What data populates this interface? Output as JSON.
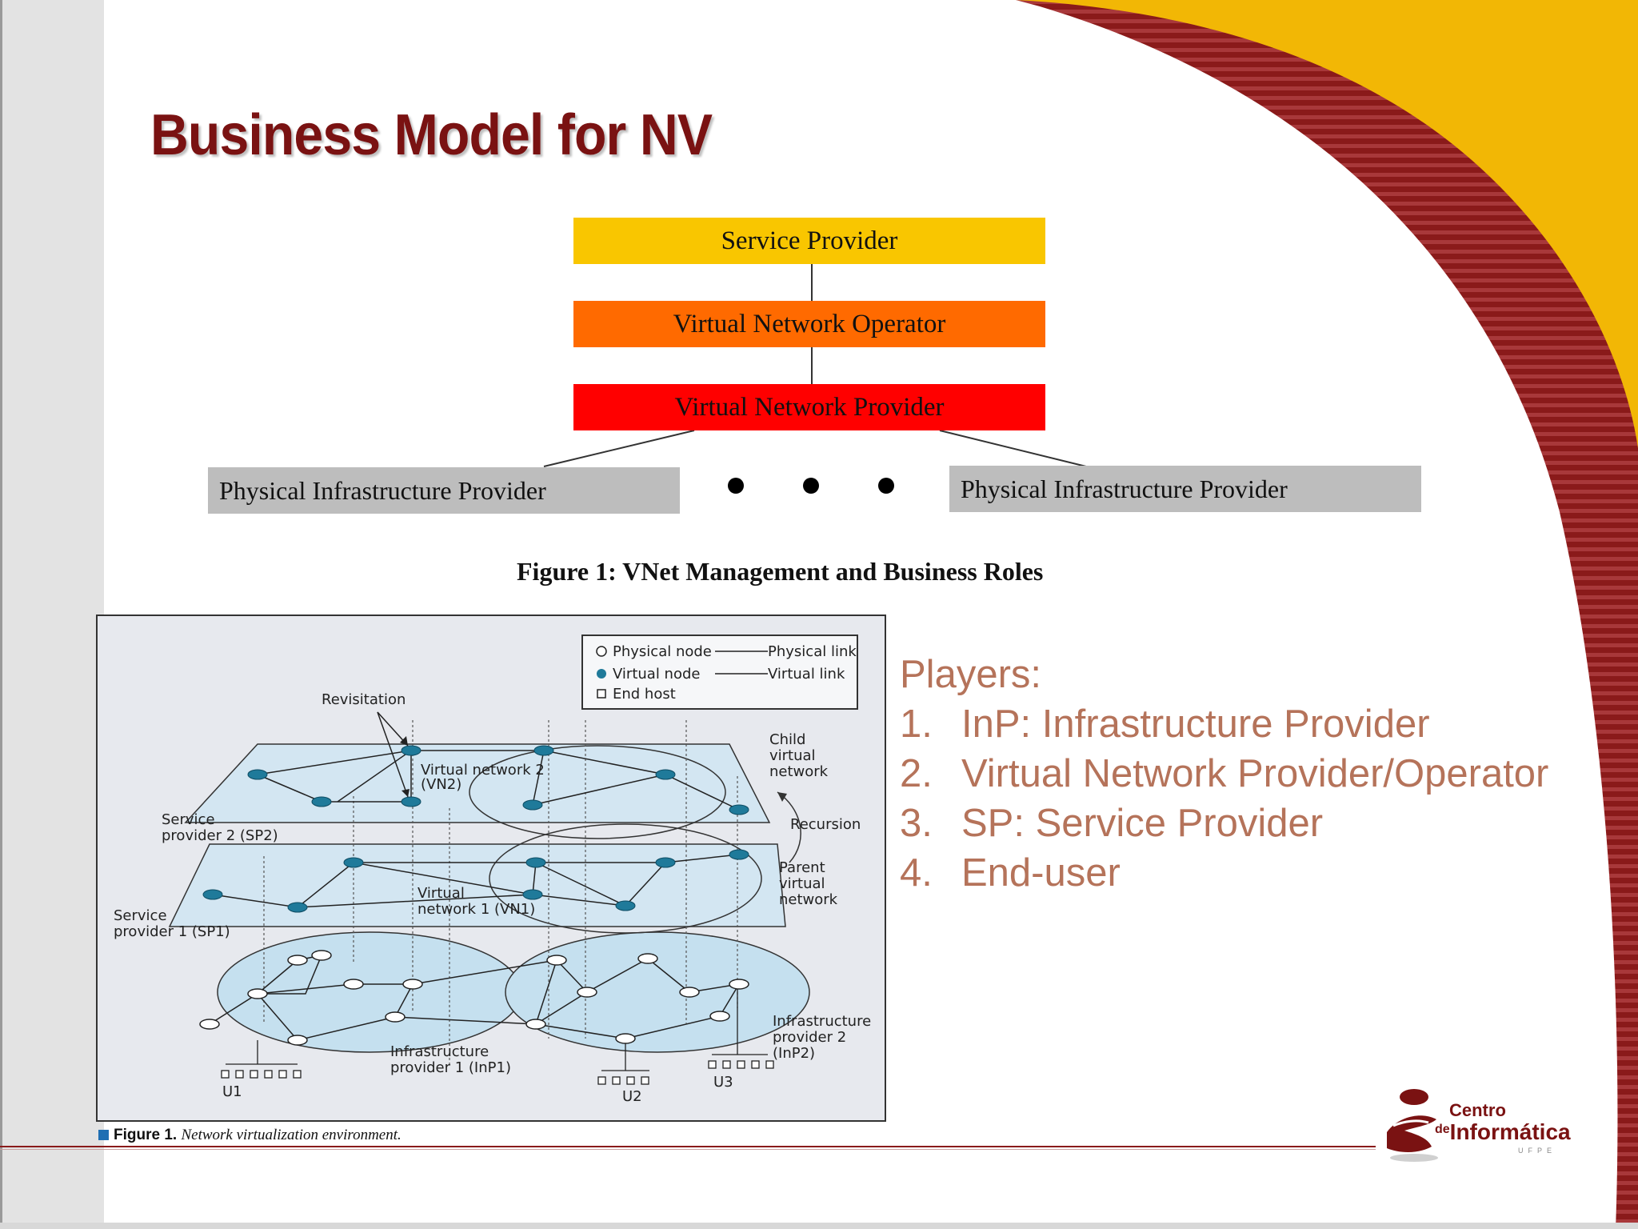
{
  "slide": {
    "title": "Business Model for NV"
  },
  "figure1": {
    "boxes": [
      {
        "label": "Service Provider",
        "color": "#f9c600"
      },
      {
        "label": "Virtual Network Operator",
        "color": "#ff6a00"
      },
      {
        "label": "Virtual Network Provider",
        "color": "#ff0000"
      }
    ],
    "infra_left": "Physical Infrastructure Provider",
    "infra_right": "Physical Infrastructure Provider",
    "caption": "Figure 1: VNet Management and Business Roles"
  },
  "figure2": {
    "legend": {
      "physical_node": "Physical node",
      "physical_link": "Physical link",
      "virtual_node": "Virtual node",
      "virtual_link": "Virtual link",
      "end_host": "End host"
    },
    "labels": {
      "revisitation": "Revisitation",
      "vn2_line1": "Virtual network 2",
      "vn2_line2": "(VN2)",
      "child_line1": "Child",
      "child_line2": "virtual",
      "child_line3": "network",
      "sp2_line1": "Service",
      "sp2_line2": "provider 2 (SP2)",
      "recursion": "Recursion",
      "parent_line1": "Parent",
      "parent_line2": "virtual",
      "parent_line3": "network",
      "vn1_line1": "Virtual",
      "vn1_line2": "network 1 (VN1)",
      "sp1_line1": "Service",
      "sp1_line2": "provider 1 (SP1)",
      "inp1_line1": "Infrastructure",
      "inp1_line2": "provider 1 (InP1)",
      "inp2_line1": "Infrastructure",
      "inp2_line2": "provider 2",
      "inp2_line3": "(InP2)",
      "u1": "U1",
      "u2": "U2",
      "u3": "U3"
    },
    "caption_label": "Figure 1.",
    "caption_text": "Network virtualization environment."
  },
  "players": {
    "heading": "Players:",
    "items": [
      {
        "num": "1.",
        "text": "InP: Infrastructure Provider"
      },
      {
        "num": "2.",
        "text": "Virtual Network Provider/Operator"
      },
      {
        "num": "3.",
        "text": "SP: Service Provider"
      },
      {
        "num": "4.",
        "text": "End-user"
      }
    ]
  },
  "logo": {
    "line1": "Centro",
    "line2_prefix": "de",
    "line2": "Informática",
    "line3": "UFPE"
  },
  "colors": {
    "title": "#7a1212",
    "players_text": "#b5735a",
    "accent_gold": "#f2b705",
    "accent_maroon": "#8a1a1a"
  }
}
